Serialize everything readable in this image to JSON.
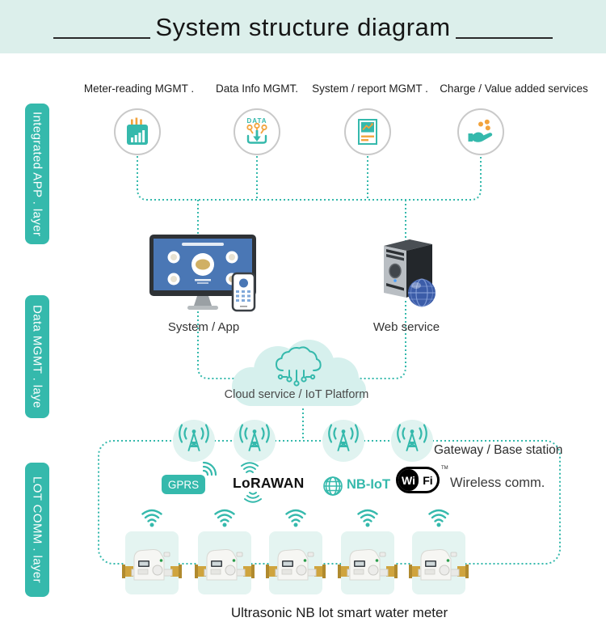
{
  "title": "System structure diagram",
  "layers": [
    {
      "label": "Integrated APP . layer"
    },
    {
      "label": "Data MGMT . laye"
    },
    {
      "label": "LOT COMM . layer"
    }
  ],
  "app_modules": [
    {
      "label": "Meter-reading MGMT .",
      "icon": "bar-chart-report-icon"
    },
    {
      "label": "Data Info MGMT.",
      "icon": "data-funnel-icon",
      "icon_text": "DATA"
    },
    {
      "label": "System / report MGMT .",
      "icon": "report-chart-icon"
    },
    {
      "label": "Charge / Value added services",
      "icon": "hand-coins-icon"
    }
  ],
  "data_mgmt": {
    "system_app_label": "System / App",
    "web_service_label": "Web service",
    "cloud_label": "Cloud service / IoT Platform"
  },
  "comm": {
    "gateway_label": "Gateway / Base station",
    "gateway_count": 4,
    "wireless_label": "Wireless comm.",
    "technologies": [
      {
        "name": "GPRS"
      },
      {
        "name": "LoRAWAN"
      },
      {
        "name": "NB-IoT"
      },
      {
        "name": "WiFi",
        "wi": "Wi",
        "fi": "Fi",
        "tm": "TM"
      }
    ],
    "meter_count": 5,
    "meters_label": "Ultrasonic NB lot smart water meter"
  },
  "colors": {
    "teal": "#35b9ac",
    "teal_light": "#e0f3f0",
    "cloud": "#d6f0ed",
    "header_bg": "#dcefeb",
    "orange": "#f2a33c",
    "screen_blue": "#4a77b5"
  }
}
